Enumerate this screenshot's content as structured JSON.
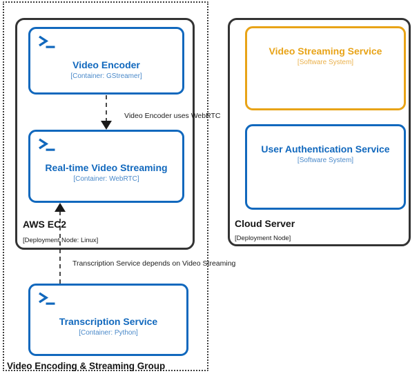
{
  "diagram": {
    "type": "c4-deployment-diagram",
    "colors": {
      "container_blue": "#1168BD",
      "software_system_orange": "#E8A317",
      "deployment_node_border": "#333333",
      "group_boundary": "#3C3C3C",
      "edge": "#1A1A1A"
    }
  },
  "group": {
    "label": "Video Encoding & Streaming Group"
  },
  "nodes": [
    {
      "id": "aws-ec2",
      "title": "AWS EC2",
      "subtitle": "[Deployment Node: Linux]"
    },
    {
      "id": "cloud-server",
      "title": "Cloud Server",
      "subtitle": "[Deployment Node]"
    }
  ],
  "elements": [
    {
      "id": "video-encoder",
      "name": "Video Encoder",
      "tech": "[Container: GStreamer]",
      "kind": "container",
      "icon": "terminal-icon",
      "color": "#1168BD"
    },
    {
      "id": "realtime-video-streaming",
      "name": "Real-time Video Streaming",
      "tech": "[Container: WebRTC]",
      "kind": "container",
      "icon": "terminal-icon",
      "color": "#1168BD"
    },
    {
      "id": "transcription-service",
      "name": "Transcription Service",
      "tech": "[Container: Python]",
      "kind": "container",
      "icon": "terminal-icon",
      "color": "#1168BD"
    },
    {
      "id": "video-streaming-service",
      "name": "Video Streaming Service",
      "tech": "[Software System]",
      "kind": "software-system",
      "icon": "none",
      "color": "#E8A317"
    },
    {
      "id": "user-authentication-service",
      "name": "User Authentication Service",
      "tech": "[Software System]",
      "kind": "software-system",
      "icon": "none",
      "color": "#1168BD"
    }
  ],
  "edges": [
    {
      "id": "encoder-to-streaming",
      "label": "Video Encoder uses WebRTC",
      "from": "video-encoder",
      "to": "realtime-video-streaming",
      "style": "dashed",
      "direction": "down"
    },
    {
      "id": "transcription-to-streaming",
      "label": "Transcription Service depends on Video Streaming",
      "from": "transcription-service",
      "to": "realtime-video-streaming",
      "style": "dashed",
      "direction": "up"
    }
  ]
}
